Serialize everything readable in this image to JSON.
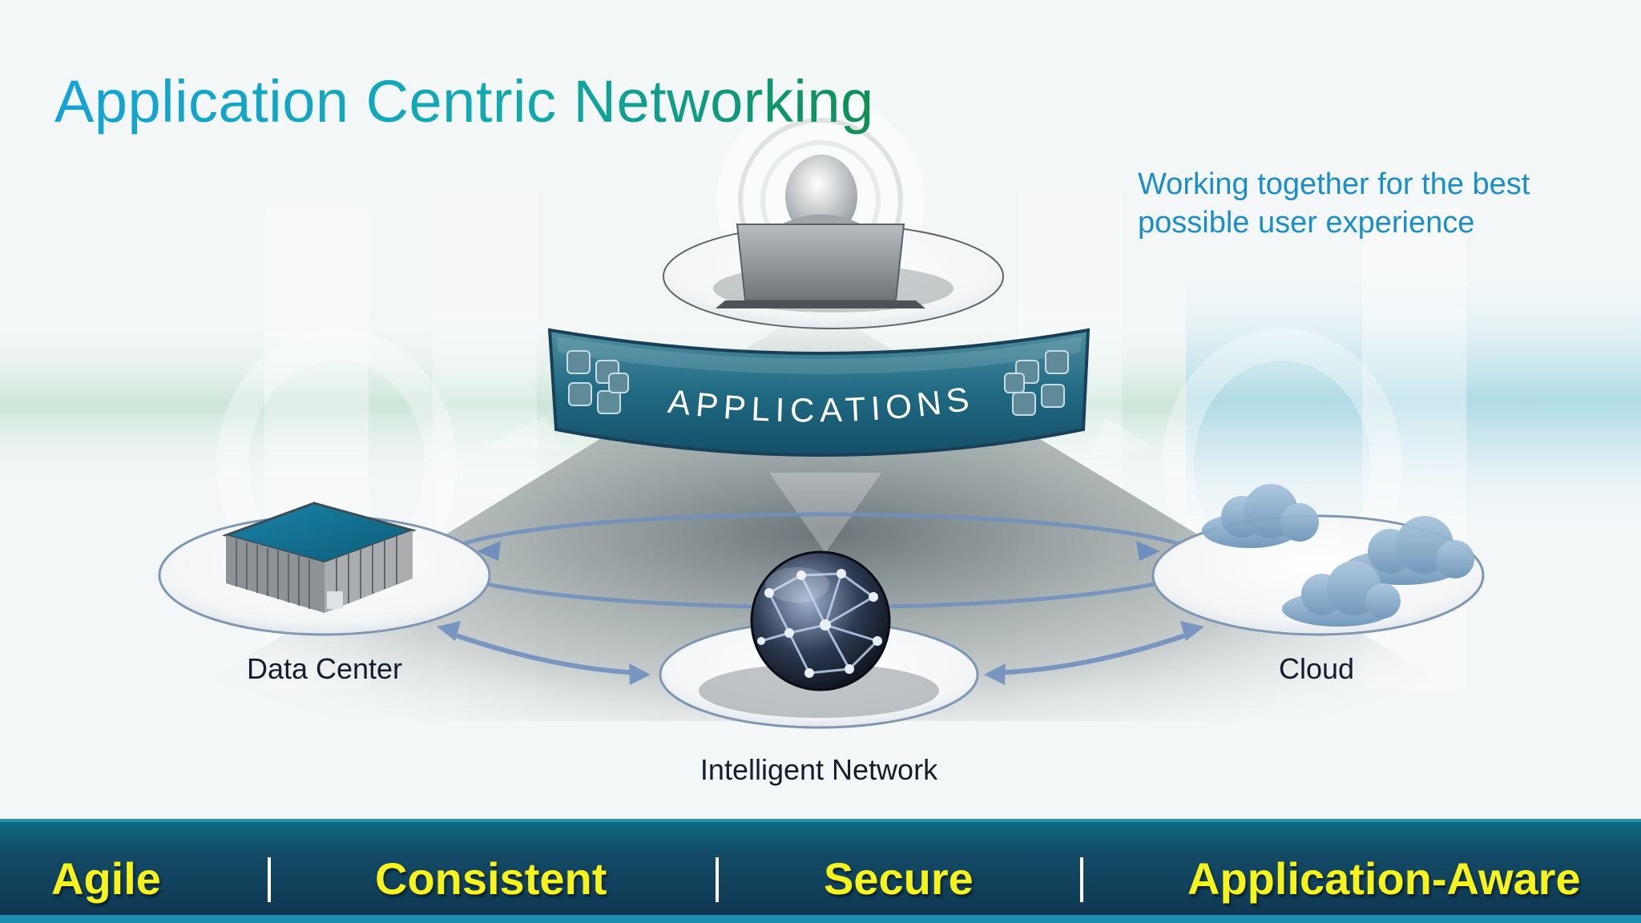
{
  "slide": {
    "title": "Application Centric Networking",
    "tagline": "Working together for the best possible user experience"
  },
  "banner": {
    "text": "APPLICATIONS"
  },
  "nodes": {
    "data_center": "Data Center",
    "network": "Intelligent Network",
    "cloud": "Cloud"
  },
  "attributes": [
    "Agile",
    "Consistent",
    "Secure",
    "Application-Aware"
  ],
  "colors": {
    "title_start": "#14a3d8",
    "title_end": "#0f8f55",
    "tagline": "#1b8ec7",
    "attribute_text": "#f6f41c",
    "bar": "#134b66"
  },
  "icons": [
    "user-laptop-icon",
    "app-tiles-icon",
    "building-icon",
    "globe-network-icon",
    "cloud-icon"
  ]
}
